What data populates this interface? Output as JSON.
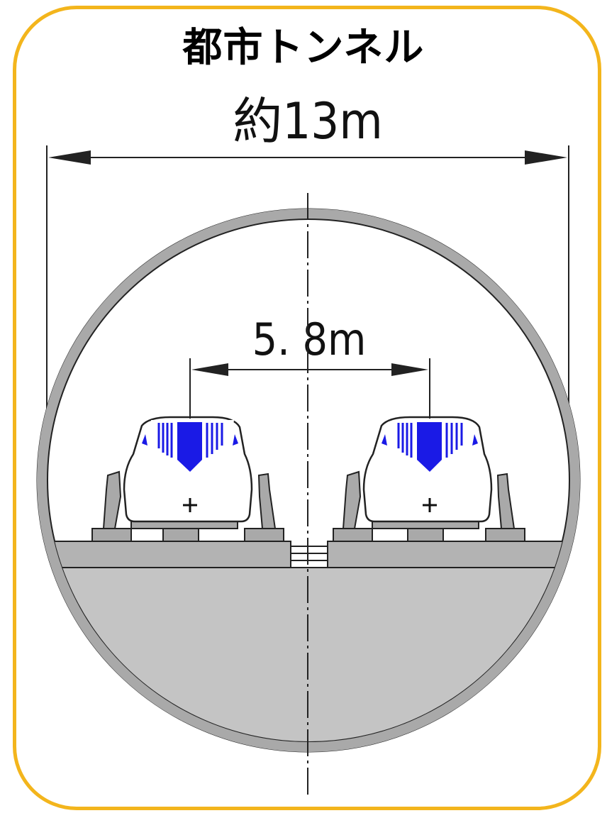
{
  "title": "都市トンネル",
  "dimensions": {
    "overall_width_label": "約13m",
    "track_spacing_label": "5. 8m"
  },
  "colors": {
    "frame_border": "#f3b51c",
    "tunnel_lining": "#a9a9a9",
    "invert_fill": "#c4c4c4",
    "train_stripe": "#1a1ae6",
    "line": "#222222"
  }
}
